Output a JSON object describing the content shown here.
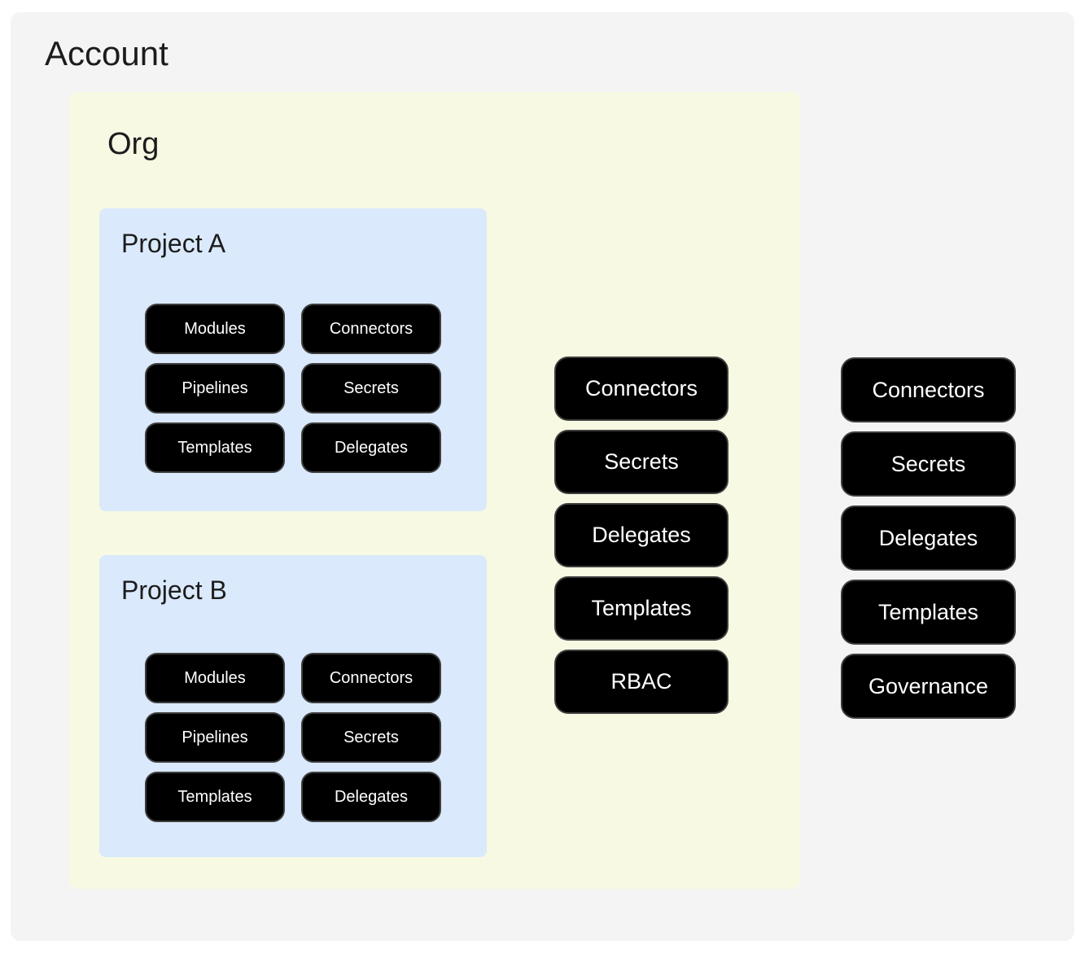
{
  "account": {
    "title": "Account",
    "capabilities": [
      "Connectors",
      "Secrets",
      "Delegates",
      "Templates",
      "Governance"
    ]
  },
  "org": {
    "title": "Org",
    "capabilities": [
      "Connectors",
      "Secrets",
      "Delegates",
      "Templates",
      "RBAC"
    ]
  },
  "projects": [
    {
      "title": "Project A",
      "resources": [
        "Modules",
        "Connectors",
        "Pipelines",
        "Secrets",
        "Templates",
        "Delegates"
      ]
    },
    {
      "title": "Project B",
      "resources": [
        "Modules",
        "Connectors",
        "Pipelines",
        "Secrets",
        "Templates",
        "Delegates"
      ]
    }
  ],
  "colors": {
    "page_bg": "#ffffff",
    "account_bg": "#f4f4f4",
    "org_bg": "#f7f9e2",
    "project_bg": "#dae9fc",
    "chip_bg": "#000000",
    "chip_border": "#3d3d3d",
    "chip_text": "#ffffff",
    "title_text": "#1c1c1c"
  }
}
